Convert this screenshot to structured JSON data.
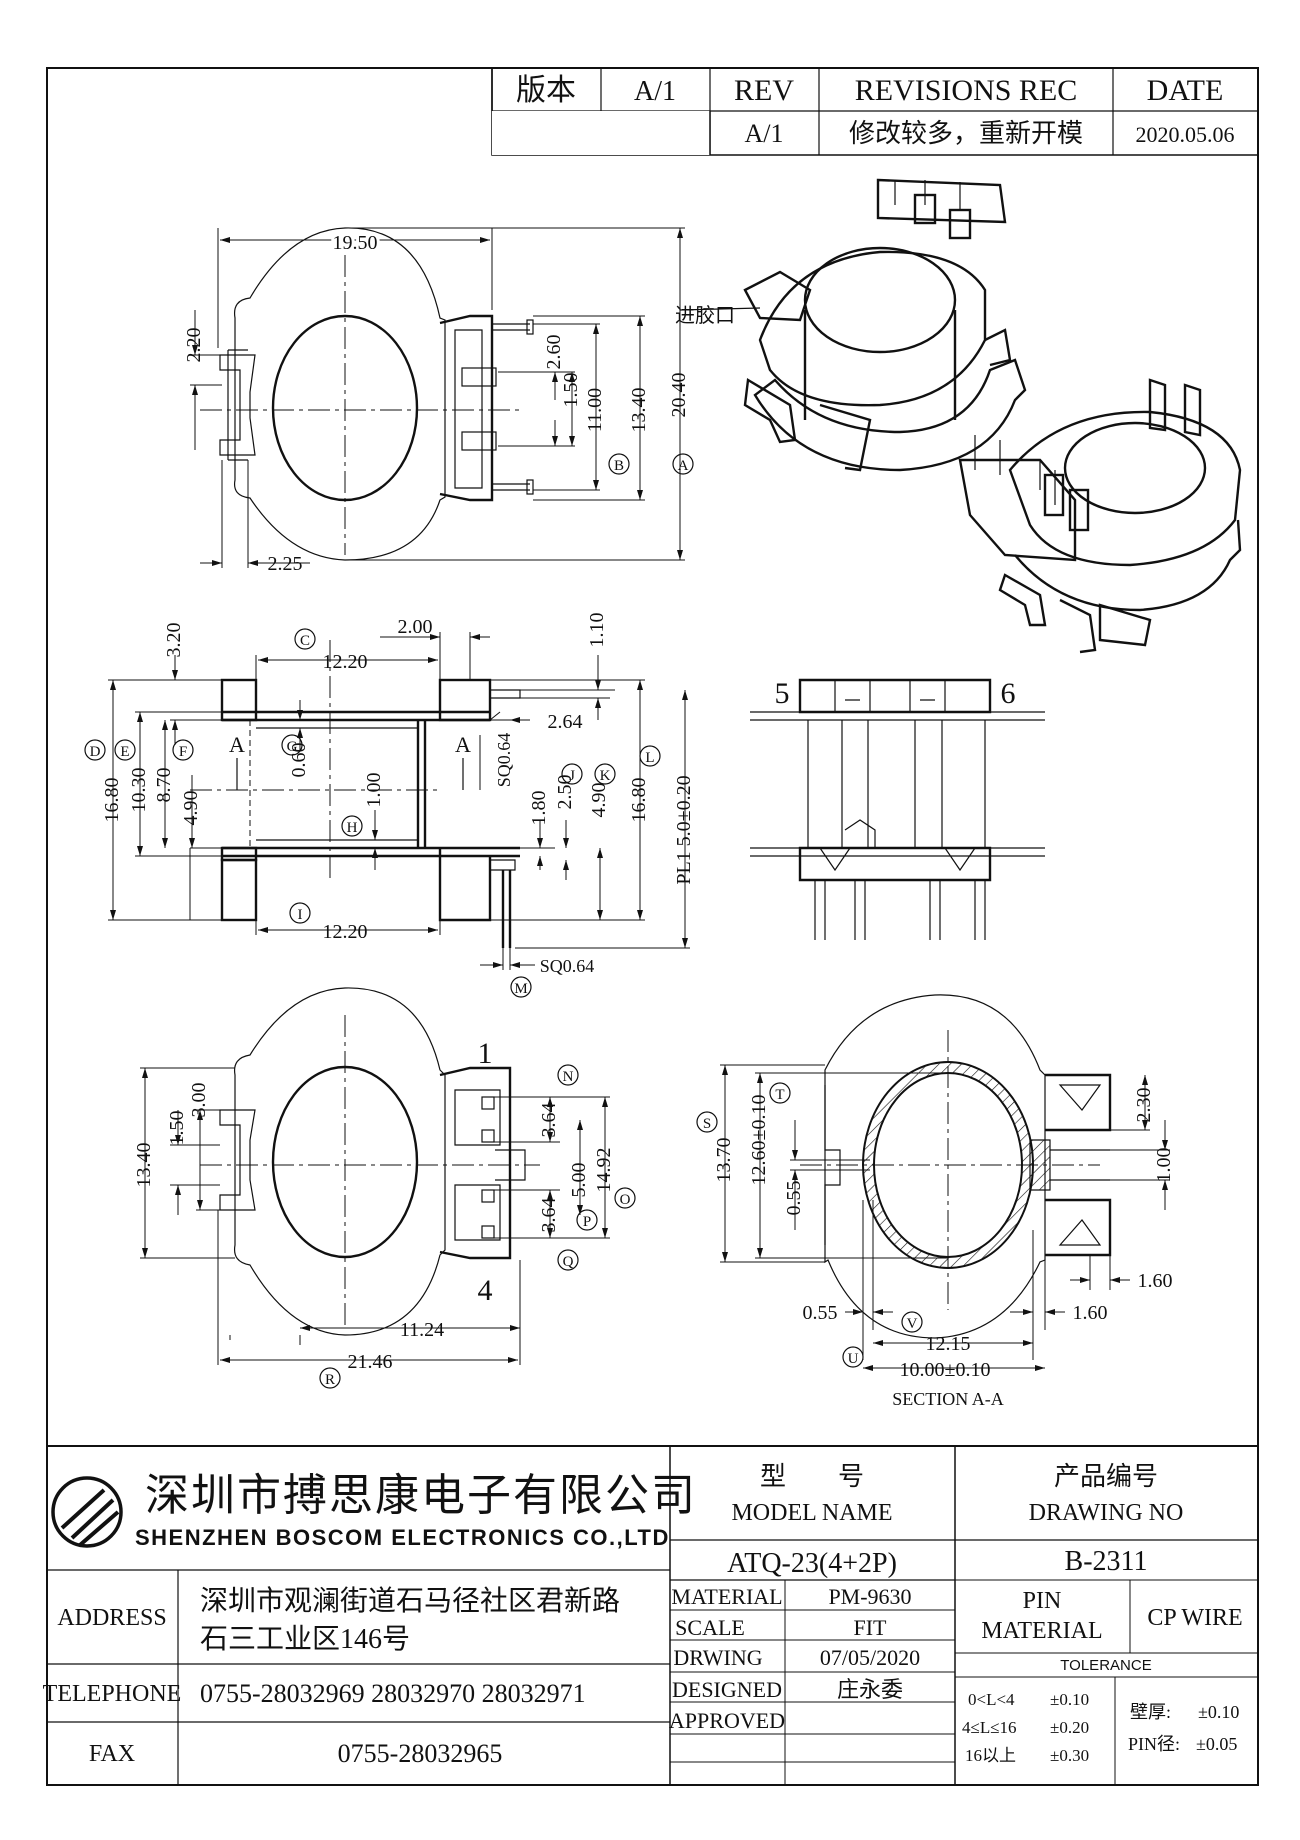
{
  "revision_table": {
    "version_label": "版本",
    "version_value": "A/1",
    "rev_header": "REV",
    "revisions_header": "REVISIONS REC",
    "date_header": "DATE",
    "rev_value": "A/1",
    "revisions_value": "修改较多，重新开模",
    "date_value": "2020.05.06"
  },
  "views": {
    "top": {
      "dims": {
        "width": "19.50",
        "slot_height": "2.20",
        "pin_pitch_small": "2.60",
        "pin_pitch_inner": "1.50",
        "dim_b": "11.00",
        "dim_13_40": "13.40",
        "overall_height": "20.40",
        "slot_offset": "2.25"
      },
      "balloons": {
        "b": "B",
        "a": "A"
      }
    },
    "gate_label": "进胶口",
    "side": {
      "dims": {
        "c_12_20": "12.20",
        "d_2_00": "2.00",
        "d_1_10": "1.10",
        "d_3_20": "3.20",
        "d_2_64": "2.64",
        "d_16_80_left": "16.80",
        "d_10_30": "10.30",
        "d_8_70": "8.70",
        "d_4_90_left": "4.90",
        "d_0_60": "0.60",
        "d_1_00": "1.00",
        "d_sq_upper": "SQ0.64",
        "d_1_80": "1.80",
        "d_2_50": "2.50",
        "d_4_90_right": "4.90",
        "d_16_80_right": "16.80",
        "d_pl": "PL1 5.0±0.20",
        "i_12_20": "12.20",
        "d_sq_lower": "SQ0.64"
      },
      "section_markers": {
        "left": "A",
        "right": "A"
      },
      "balloons": {
        "c": "C",
        "d": "D",
        "e": "E",
        "f": "F",
        "g": "G",
        "h": "H",
        "i": "I",
        "j": "J",
        "k": "K",
        "l": "L",
        "m": "M"
      }
    },
    "front": {
      "pin_left": "5",
      "pin_right": "6"
    },
    "bottom": {
      "pin_top": "1",
      "pin_bottom": "4",
      "dims": {
        "d_13_40": "13.40",
        "d_1_50": "1.50",
        "d_3_00": "3.00",
        "d_3_64_upper": "3.64",
        "d_5_00": "5.00",
        "d_14_92": "14.92",
        "d_3_64_lower": "3.64",
        "d_11_24": "11.24",
        "d_21_46": "21.46"
      },
      "balloons": {
        "n": "N",
        "o": "O",
        "p": "P",
        "q": "Q",
        "r": "R"
      }
    },
    "section": {
      "dims": {
        "d_13_70": "13.70",
        "d_12_60": "12.60±0.10",
        "d_0_55_v": "0.55",
        "d_2_30": "2.30",
        "d_1_00": "1.00",
        "d_1_60_right": "1.60",
        "d_0_55_h": "0.55",
        "d_1_60_low": "1.60",
        "d_12_15": "12.15",
        "d_10_00": "10.00±0.10"
      },
      "title": "SECTION A-A",
      "balloons": {
        "s": "S",
        "t": "T",
        "u": "U",
        "v": "V"
      }
    }
  },
  "title_block": {
    "company_cn": "深圳市搏思康电子有限公司",
    "company_en": "SHENZHEN BOSCOM ELECTRONICS CO.,LTD",
    "model_cn": "型　　号",
    "model_en": "MODEL NAME",
    "drawing_cn": "产品编号",
    "drawing_en": "DRAWING NO",
    "model_value": "ATQ-23(4+2P)",
    "drawing_value": "B-2311",
    "address_label": "ADDRESS",
    "address_line1": "深圳市观澜街道石马径社区君新路",
    "address_line2": "石三工业区146号",
    "telephone_label": "TELEPHONE",
    "telephone_value": "0755-28032969 28032970 28032971",
    "fax_label": "FAX",
    "fax_value": "0755-28032965",
    "material_label": "MATERIAL",
    "material_value": "PM-9630",
    "scale_label": "SCALE",
    "scale_value": "FIT",
    "drwing_label": "DRWING",
    "drwing_value": "07/05/2020",
    "designed_label": "DESIGNED",
    "designed_value": "庄永委",
    "approved_label": "APPROVED",
    "approved_value": "",
    "pin_material_label_1": "PIN",
    "pin_material_label_2": "MATERIAL",
    "pin_material_value": "CP WIRE",
    "tolerance_label": "TOLERANCE",
    "tol_row1_range": "0<L<4",
    "tol_row1_value": "±0.10",
    "tol_row2_range": "4≤L≤16",
    "tol_row2_value": "±0.20",
    "tol_row3_range": "16以上",
    "tol_row3_value": "±0.30",
    "wall_label": "壁厚:",
    "wall_value": "±0.10",
    "pin_dia_label": "PIN径:",
    "pin_dia_value": "±0.05"
  }
}
